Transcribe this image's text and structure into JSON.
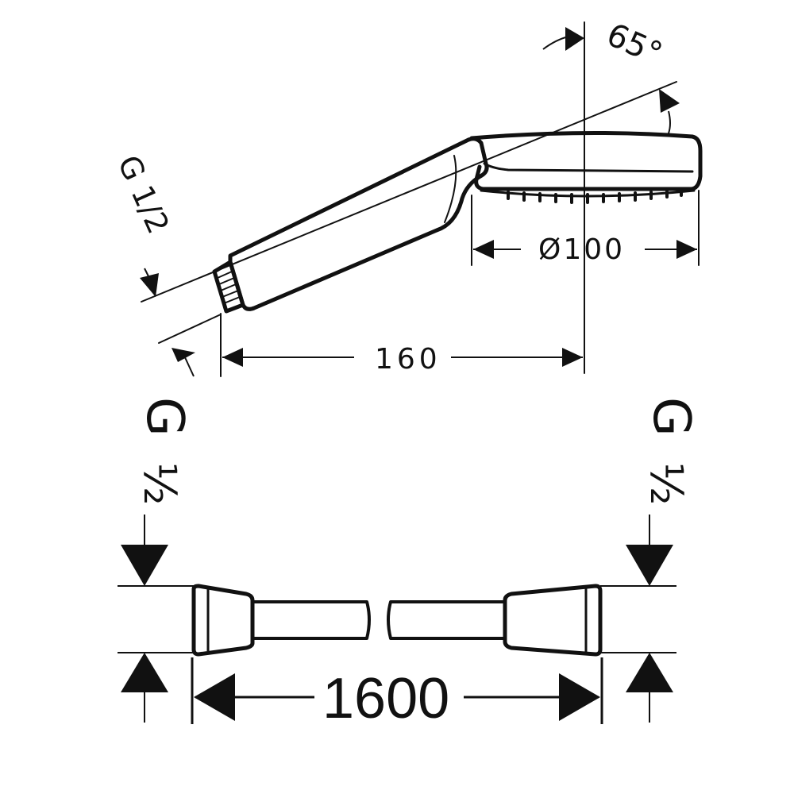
{
  "shower_head": {
    "angle_label": "65°",
    "diameter_label": "Ø100",
    "length_label": "160",
    "thread_label": "G 1/2"
  },
  "hose": {
    "length_label": "1600",
    "left_thread": {
      "g": "G",
      "size": "½"
    },
    "right_thread": {
      "g": "G",
      "size": "½"
    }
  }
}
